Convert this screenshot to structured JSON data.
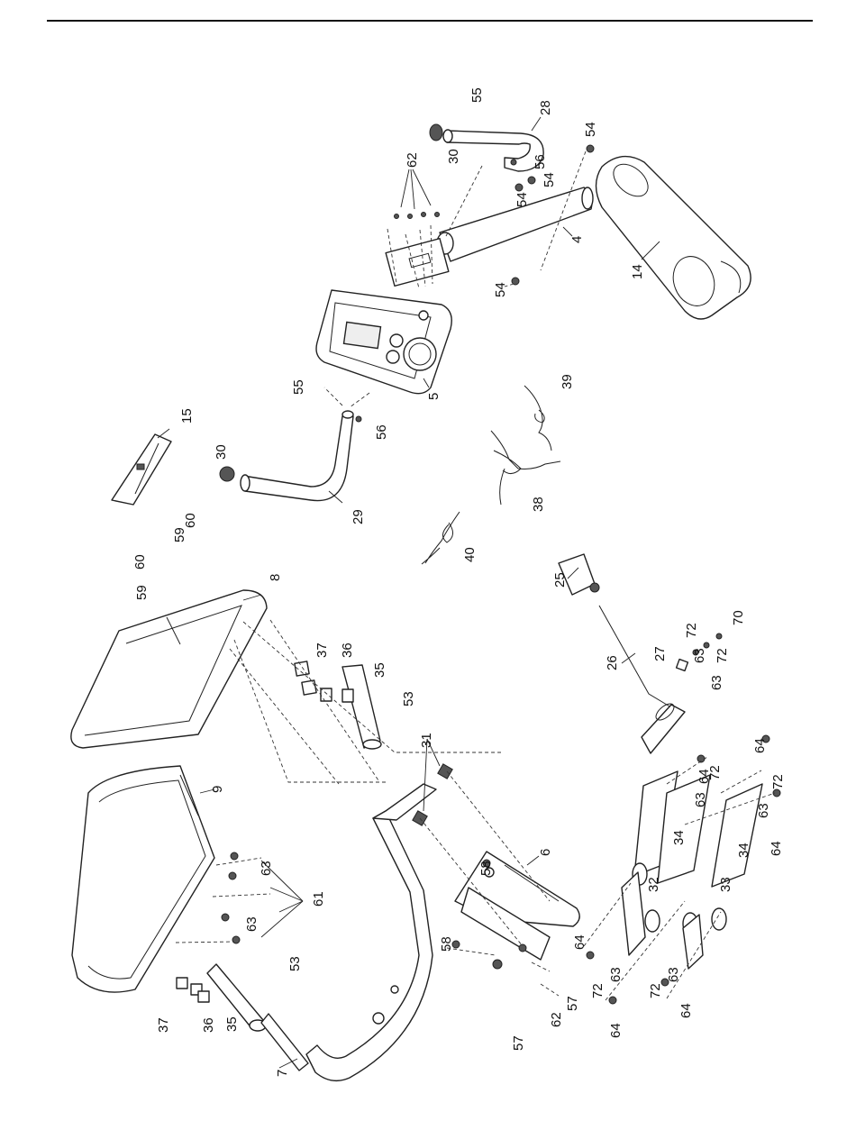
{
  "labels": {
    "p4": "4",
    "p5": "5",
    "p6": "6",
    "p7": "7",
    "p8": "8",
    "p9": "9",
    "p14": "14",
    "p15": "15",
    "p25": "25",
    "p26": "26",
    "p27": "27",
    "p28": "28",
    "p29": "29",
    "p30a": "30",
    "p30b": "30",
    "p31": "31",
    "p32": "32",
    "p33": "33",
    "p34a": "34",
    "p34b": "34",
    "p35a": "35",
    "p35b": "35",
    "p36a": "36",
    "p36b": "36",
    "p37a": "37",
    "p37b": "37",
    "p38": "38",
    "p39": "39",
    "p40": "40",
    "p53a": "53",
    "p53b": "53",
    "p54a": "54",
    "p54b": "54",
    "p54c": "54",
    "p54d": "54",
    "p55a": "55",
    "p55b": "55",
    "p56a": "56",
    "p56b": "56",
    "p57a": "57",
    "p57b": "57",
    "p58a": "58",
    "p58b": "58",
    "p59a": "59",
    "p59b": "59",
    "p60a": "60",
    "p60b": "60",
    "p61": "61",
    "p62a": "62",
    "p62b": "62",
    "p63a": "63",
    "p63b": "63",
    "p63c": "63",
    "p63d": "63",
    "p63e": "63",
    "p63f": "63",
    "p63g": "63",
    "p63h": "63",
    "p64a": "64",
    "p64b": "64",
    "p64c": "64",
    "p64d": "64",
    "p64e": "64",
    "p64f": "64",
    "p70": "70",
    "p72a": "72",
    "p72b": "72",
    "p72c": "72",
    "p72d": "72",
    "p72e": "72",
    "p72f": "72"
  }
}
